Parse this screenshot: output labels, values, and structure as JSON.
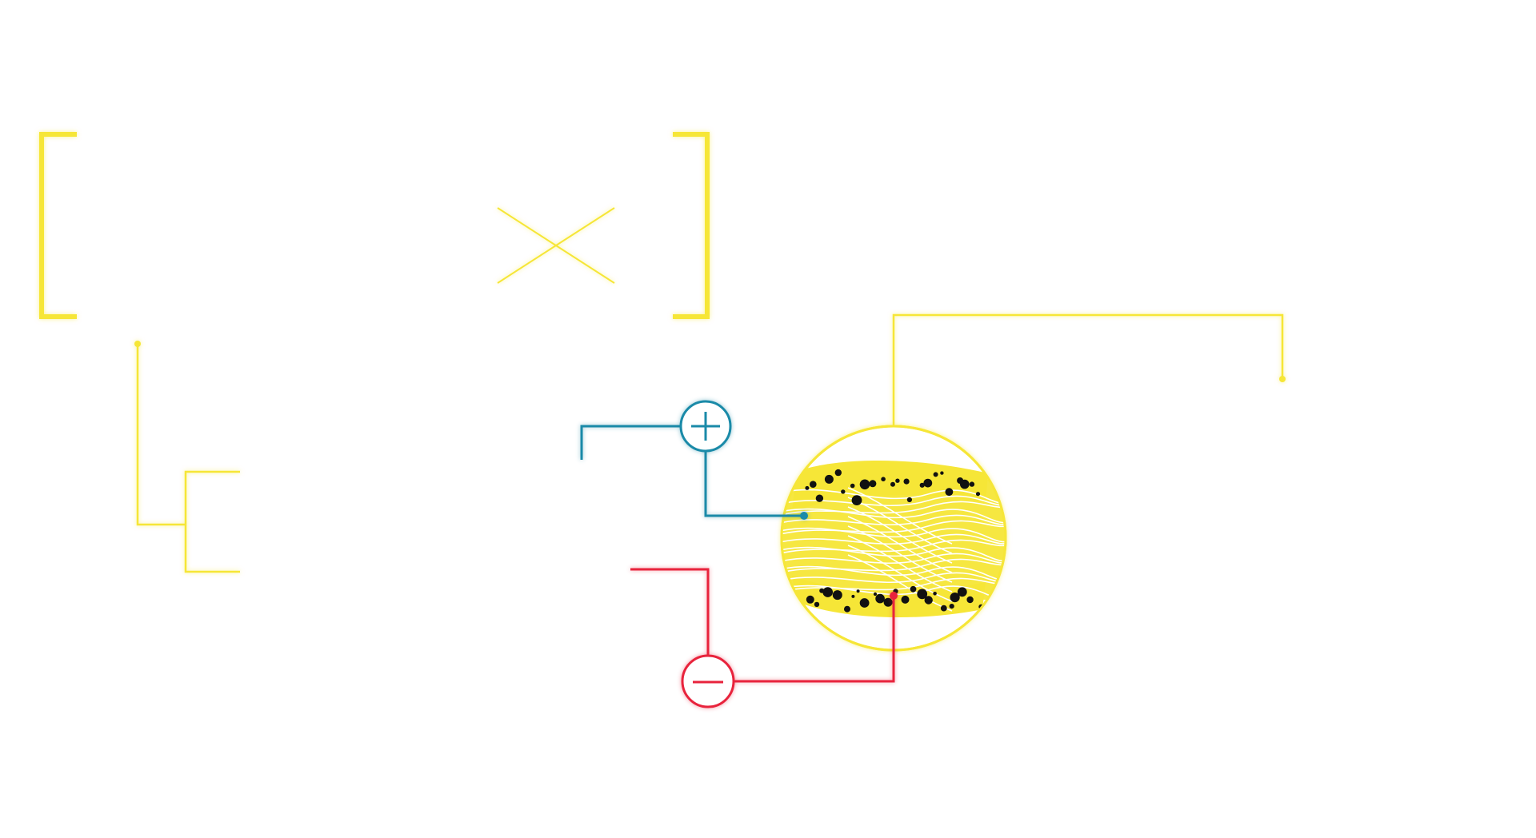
{
  "colors": {
    "yellow": "#f6e637",
    "blue": "#1a8aa8",
    "red": "#e8233c",
    "black": "#111111",
    "background": "#ffffff",
    "fiber": "#ffffff"
  },
  "icons": {
    "positive": "plus-icon",
    "negative": "minus-icon",
    "close": "close-x-icon"
  },
  "diagram": {
    "terminals": [
      {
        "polarity": "positive",
        "symbol": "+"
      },
      {
        "polarity": "negative",
        "symbol": "−"
      }
    ],
    "specimen": {
      "upper_particle_count": 24,
      "lower_particle_count": 24
    }
  }
}
